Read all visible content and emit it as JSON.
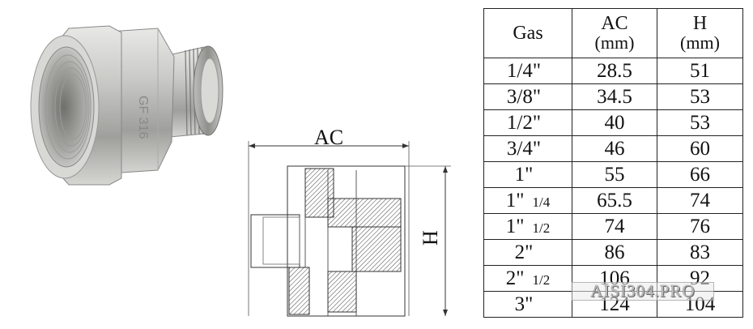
{
  "photo": {
    "marking": "GF 316"
  },
  "drawing": {
    "ac_label": "AC",
    "h_label": "H"
  },
  "table": {
    "headers": [
      {
        "label": "Gas",
        "unit": ""
      },
      {
        "label": "AC",
        "unit": "(mm)"
      },
      {
        "label": "H",
        "unit": "(mm)"
      }
    ],
    "rows": [
      {
        "gas": "1/4\"",
        "frac": "",
        "ac": "28.5",
        "h": "51"
      },
      {
        "gas": "3/8\"",
        "frac": "",
        "ac": "34.5",
        "h": "53"
      },
      {
        "gas": "1/2\"",
        "frac": "",
        "ac": "40",
        "h": "53"
      },
      {
        "gas": "3/4\"",
        "frac": "",
        "ac": "46",
        "h": "60"
      },
      {
        "gas": "1\"",
        "frac": "",
        "ac": "55",
        "h": "66"
      },
      {
        "gas": "1\"",
        "frac": "1/4",
        "ac": "65.5",
        "h": "74"
      },
      {
        "gas": "1\"",
        "frac": "1/2",
        "ac": "74",
        "h": "76"
      },
      {
        "gas": "2\"",
        "frac": "",
        "ac": "86",
        "h": "83"
      },
      {
        "gas": "2\"",
        "frac": "1/2",
        "ac": "106",
        "h": "92"
      },
      {
        "gas": "3\"",
        "frac": "",
        "ac": "124",
        "h": "104"
      }
    ]
  },
  "watermark": "AISI304.PRO"
}
